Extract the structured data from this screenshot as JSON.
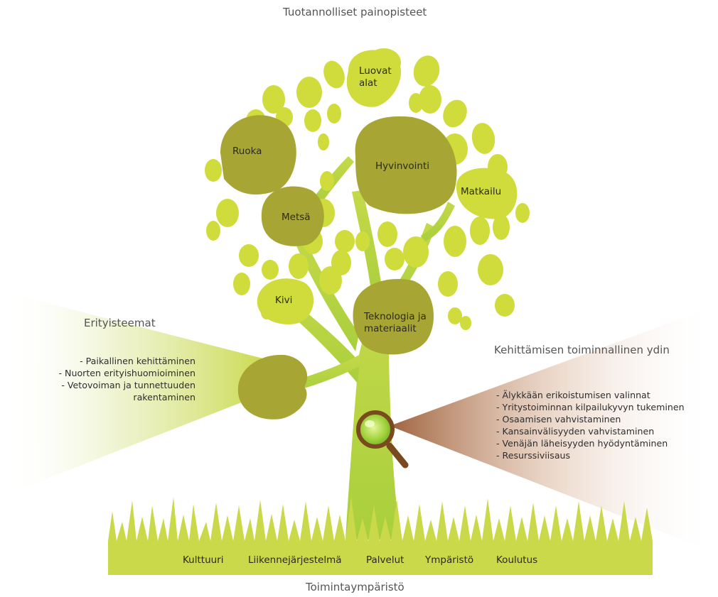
{
  "diagram": {
    "top_title": "Tuotannolliset painopisteet",
    "bottom_title": "Toimintaympäristö",
    "leaves": {
      "luovat_alat": "Luovat\nalat",
      "ruoka": "Ruoka",
      "hyvinvointi": "Hyvinvointi",
      "matkailu": "Matkailu",
      "metsa": "Metsä",
      "kivi": "Kivi",
      "teknologia": "Teknologia ja\nmateriaalit"
    },
    "special_themes": {
      "heading": "Erityisteemat",
      "items": [
        "- Paikallinen kehittäminen",
        "- Nuorten erityishuomioiminen",
        "- Vetovoiman ja tunnettuuden",
        "rakentaminen"
      ]
    },
    "core": {
      "heading": "Kehittämisen toiminnallinen ydin",
      "items": [
        "- Älykkään erikoistumisen valinnat",
        "- Yritystoiminnan kilpailukyvyn tukeminen",
        "- Osaamisen vahvistaminen",
        "- Kansainvälisyyden vahvistaminen",
        "- Venäjän läheisyyden hyödyntäminen",
        "- Resurssiviisaus"
      ]
    },
    "environment": [
      "Kulttuuri",
      "Liikennejärjestelmä",
      "Palvelut",
      "Ympäristö",
      "Koulutus"
    ],
    "colors": {
      "leaf_light": "#cfdc3c",
      "leaf_dark": "#a7a635",
      "trunk": "#b9d44a",
      "grass": "#c9d94a",
      "magnifier_rim": "#7a4a1f",
      "beam_brown": "#a0623a"
    }
  }
}
